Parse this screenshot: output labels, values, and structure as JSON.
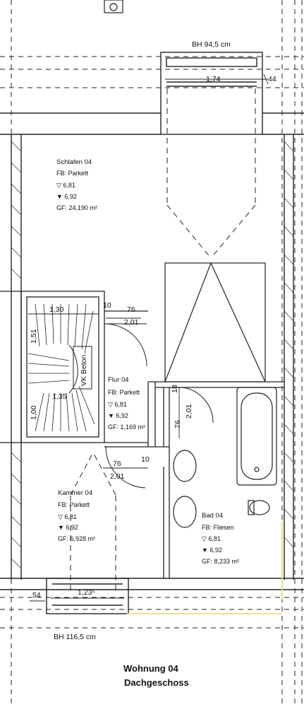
{
  "top_label": "BH 94,5 cm",
  "bottom_label": "BH 116,5 cm",
  "title": {
    "line1": "Wohnung 04",
    "line2": "Dachgeschoss"
  },
  "rooms": {
    "schlafen": {
      "name": "Schlafen 04",
      "fb": "FB:  Parkett",
      "h1": "▽ 6,81",
      "h2": "▼ 6,92",
      "gf": "GF: 24,190 m²"
    },
    "flur": {
      "name": "Flur 04",
      "fb": "FB:  Parkett",
      "h1": "▽ 6,81",
      "h2": "▼ 6,92",
      "gf": "GF: 1,169 m²"
    },
    "kammer": {
      "name": "Kammer 04",
      "fb": "FB:  Parkett",
      "h1": "▽ 6,81",
      "h2": "▼ 6,92",
      "gf": "GF: 6,928 m²"
    },
    "bad": {
      "name": "Bad 04",
      "fb": "FB:  Fliesen",
      "h1": "▽ 6,81",
      "h2": "▼ 6,92",
      "gf": "GF: 8,233 m²"
    }
  },
  "stair_label": "VK Beton",
  "dimensions": {
    "top_window": "1,74",
    "top_side": "44",
    "stair_130": "1,30",
    "stair_10": "10",
    "d76a": "76",
    "d201a": "2,01",
    "stair_151": "1,51",
    "stair_135": "1,35",
    "stair_100": "1,00",
    "d18": "18",
    "d76b": "76",
    "d201b": "2,01",
    "d76c": "76",
    "d10c": "10",
    "d201c": "2,01",
    "bottom_54": "54",
    "bottom_123": "1,23⁵"
  }
}
